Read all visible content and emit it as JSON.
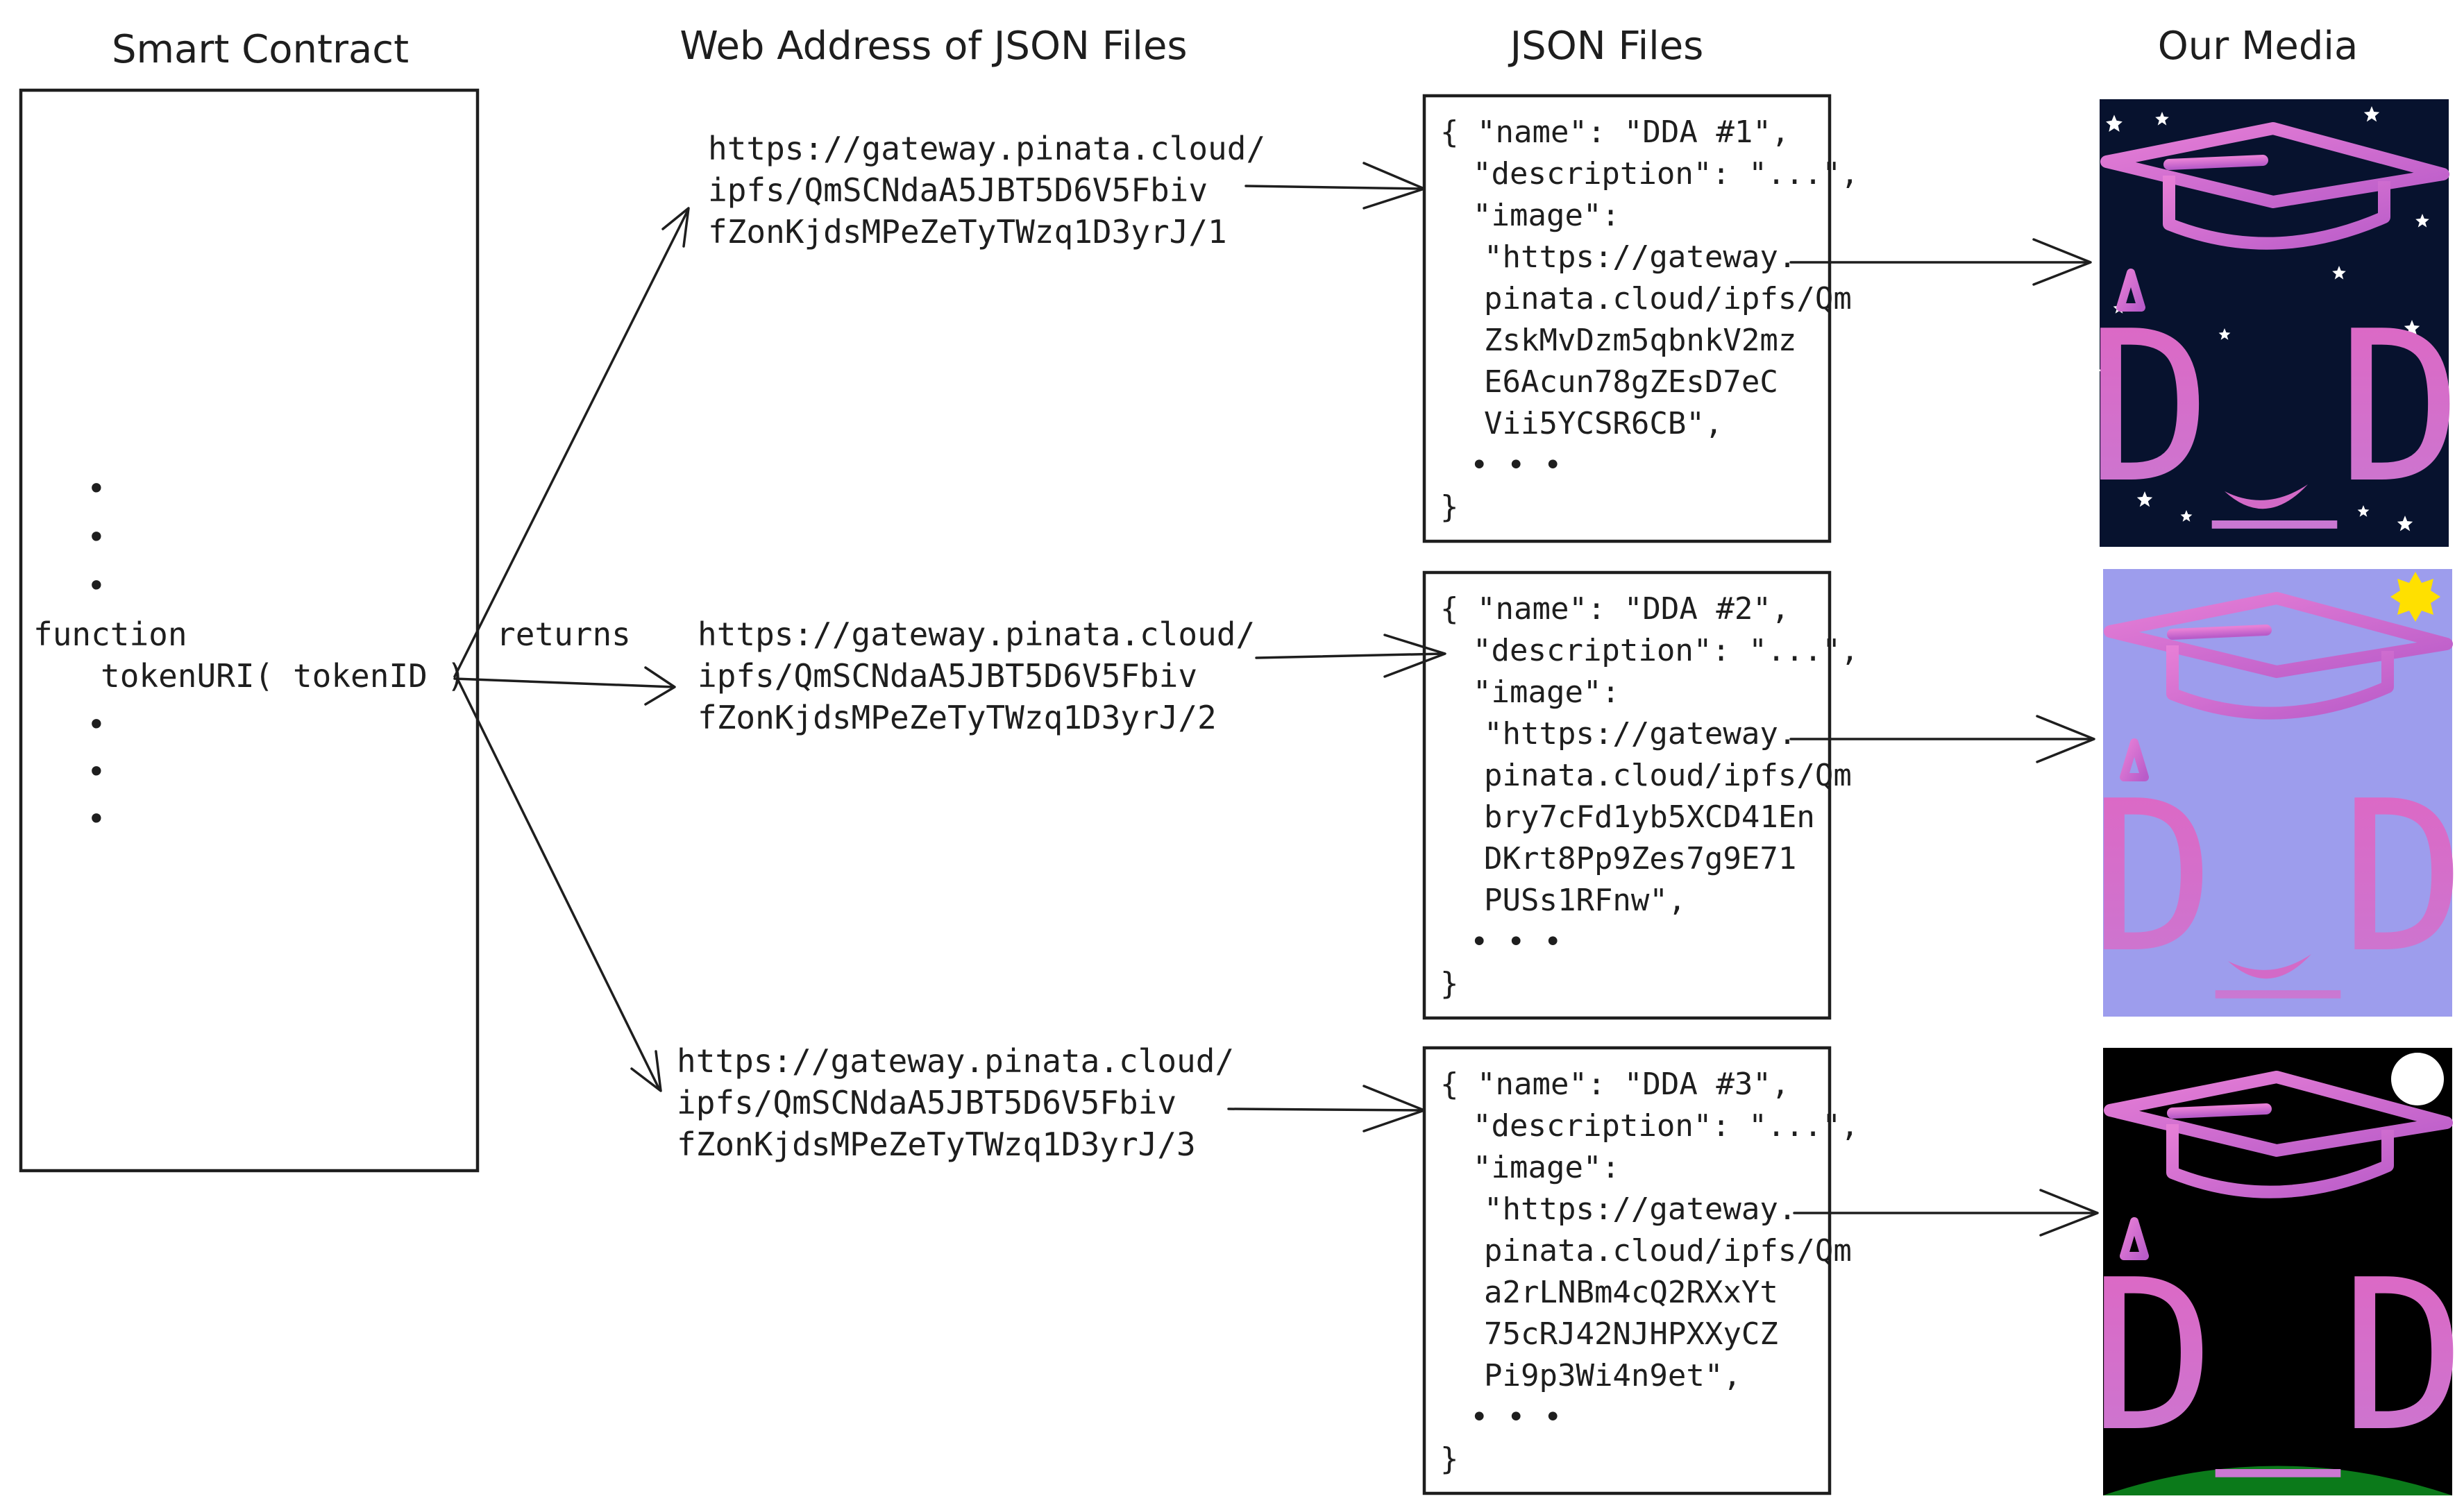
{
  "headers": {
    "contract": "Smart Contract",
    "web_address": "Web Address of JSON Files",
    "json_files": "JSON Files",
    "media": "Our Media"
  },
  "contract": {
    "dots": "•",
    "function_kw": "function",
    "call": "tokenURI( tokenID )",
    "returns": "returns"
  },
  "addresses": [
    {
      "l1": "https://gateway.pinata.cloud/",
      "l2": "ipfs/QmSCNdaA5JBT5D6V5Fbiv",
      "l3": "fZonKjdsMPeZeTyTWzq1D3yrJ/1"
    },
    {
      "l1": "https://gateway.pinata.cloud/",
      "l2": "ipfs/QmSCNdaA5JBT5D6V5Fbiv",
      "l3": "fZonKjdsMPeZeTyTWzq1D3yrJ/2"
    },
    {
      "l1": "https://gateway.pinata.cloud/",
      "l2": "ipfs/QmSCNdaA5JBT5D6V5Fbiv",
      "l3": "fZonKjdsMPeZeTyTWzq1D3yrJ/3"
    }
  ],
  "json_files": [
    {
      "name_line": "{ \"name\": \"DDA #1\",",
      "desc_line": "\"description\": \"...\",",
      "image_key": "\"image\":",
      "url1": "\"https://gateway.",
      "url2": "pinata.cloud/ipfs/Qm",
      "url3": "ZskMvDzm5qbnkV2mz",
      "url4": "E6Acun78gZEsD7eC",
      "url5": "Vii5YCSR6CB\",",
      "ellipsis": "• • •",
      "close": "}"
    },
    {
      "name_line": "{ \"name\": \"DDA #2\",",
      "desc_line": "\"description\": \"...\",",
      "image_key": "\"image\":",
      "url1": "\"https://gateway.",
      "url2": "pinata.cloud/ipfs/Qm",
      "url3": "bry7cFd1yb5XCD41En",
      "url4": "DKrt8Pp9Zes7g9E71",
      "url5": "PUSs1RFnw\",",
      "ellipsis": "• • •",
      "close": "}"
    },
    {
      "name_line": "{ \"name\": \"DDA #3\",",
      "desc_line": "\"description\": \"...\",",
      "image_key": "\"image\":",
      "url1": "\"https://gateway.",
      "url2": "pinata.cloud/ipfs/Qm",
      "url3": "a2rLNBm4cQ2RXxYt",
      "url4": "75cRJ42NJHPXXyCZ",
      "url5": "Pi9p3Wi4n9et\",",
      "ellipsis": "• • •",
      "close": "}"
    }
  ],
  "media": [
    {
      "text": "D_D",
      "background": "#07122e",
      "accent": "#d36ac7",
      "decor": "stars"
    },
    {
      "text": "D_D",
      "background": "#9d9ded",
      "accent": "#d36ac7",
      "decor": "sun"
    },
    {
      "text": "D_D",
      "background": "#000000",
      "accent": "#d36ac7",
      "decor": "moon-and-hill"
    }
  ]
}
